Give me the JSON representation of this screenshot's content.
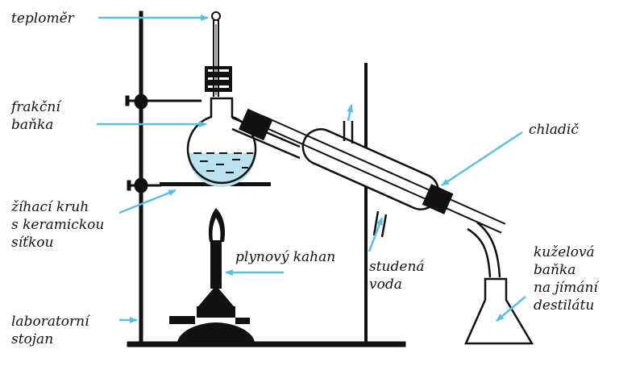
{
  "diagram": {
    "labels": {
      "teplomer": "teploměr",
      "frakcni_1": "frakční",
      "frakcni_2": "baňka",
      "zihaci_1": "žíhací kruh",
      "zihaci_2": "s keramickou",
      "zihaci_3": "síťkou",
      "kahan": "plynový kahan",
      "stojan_1": "laboratorní",
      "stojan_2": "stojan",
      "chladic": "chladič",
      "voda_1": "studená",
      "voda_2": "voda",
      "kuzelova_1": "kuželová",
      "kuzelova_2": "baňka",
      "kuzelova_3": "na jímání",
      "kuzelova_4": "destilátu"
    },
    "colors": {
      "line": "#111111",
      "arrow": "#5bbfe0",
      "liquid": "#b9e1ee",
      "flame": "#111111"
    }
  }
}
